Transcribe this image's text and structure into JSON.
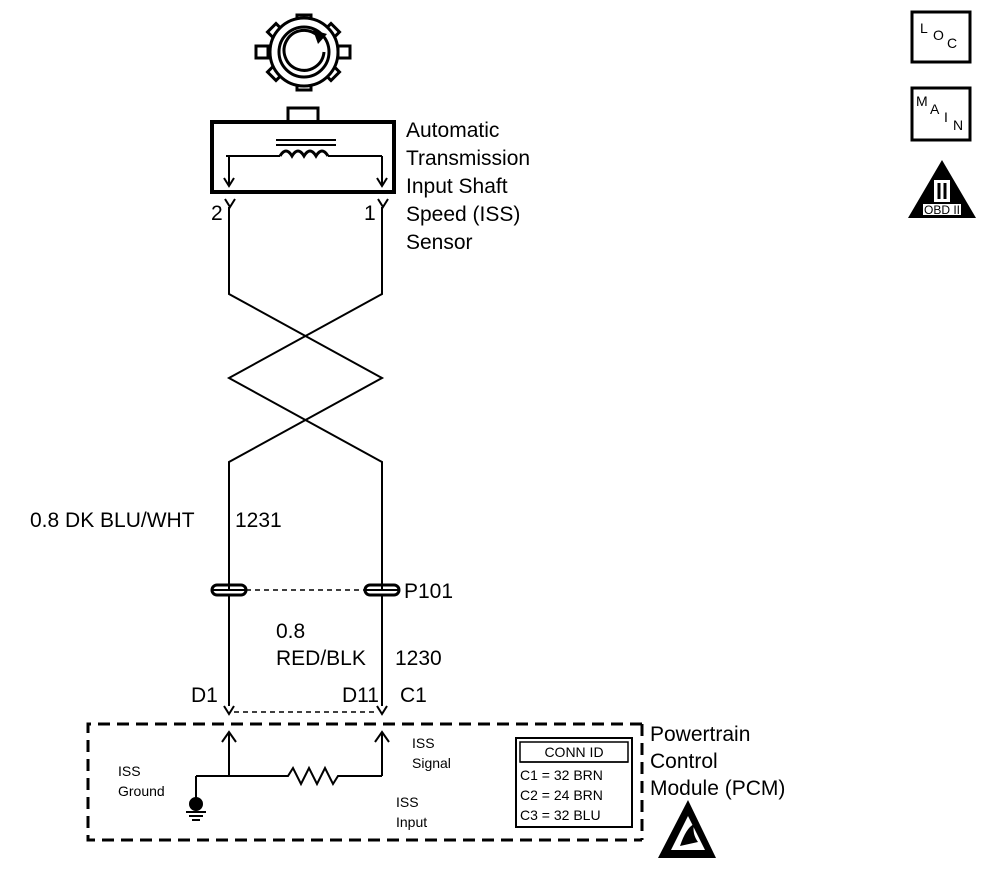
{
  "sensor": {
    "name_lines": [
      "Automatic",
      "Transmission",
      "Input Shaft",
      "Speed (ISS)",
      "Sensor"
    ],
    "pin_left": "2",
    "pin_right": "1"
  },
  "wires": {
    "left_size_color": "0.8 DK BLU/WHT",
    "left_circuit": "1231",
    "splice": "P101",
    "right_size": "0.8",
    "right_color": "RED/BLK",
    "right_circuit": "1230"
  },
  "pcm": {
    "pin_left": "D1",
    "pin_right": "D11",
    "connector": "C1",
    "name_lines": [
      "Powertrain",
      "Control",
      "Module (PCM)"
    ],
    "iss_ground": [
      "ISS",
      "Ground"
    ],
    "iss_signal": [
      "ISS",
      "Signal"
    ],
    "iss_input": [
      "ISS",
      "Input"
    ]
  },
  "conn_id": {
    "title": "CONN ID",
    "rows": [
      "C1 = 32 BRN",
      "C2 = 24 BRN",
      "C3 = 32 BLU"
    ]
  },
  "badges": {
    "loc": [
      "L",
      "O",
      "C"
    ],
    "main": [
      "M",
      "A",
      "I",
      "N"
    ],
    "obd": "OBD II"
  },
  "icons": [
    "reluctor-wheel-icon",
    "ground-symbol-icon",
    "esd-warning-icon",
    "obd-ii-icon"
  ]
}
